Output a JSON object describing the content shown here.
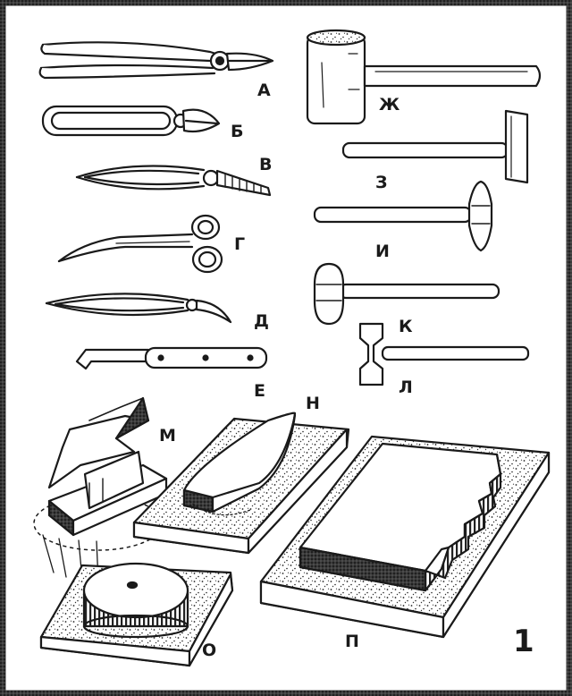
{
  "figure": {
    "number": "1",
    "labels": {
      "a": "А",
      "b": "Б",
      "v": "В",
      "g": "Г",
      "d": "Д",
      "e": "Е",
      "zh": "Ж",
      "z": "З",
      "i": "И",
      "k": "К",
      "l": "Л",
      "m": "М",
      "n": "Н",
      "o": "О",
      "p": "П"
    }
  },
  "colors": {
    "ink": "#1a1a1a",
    "paper": "#ffffff"
  }
}
